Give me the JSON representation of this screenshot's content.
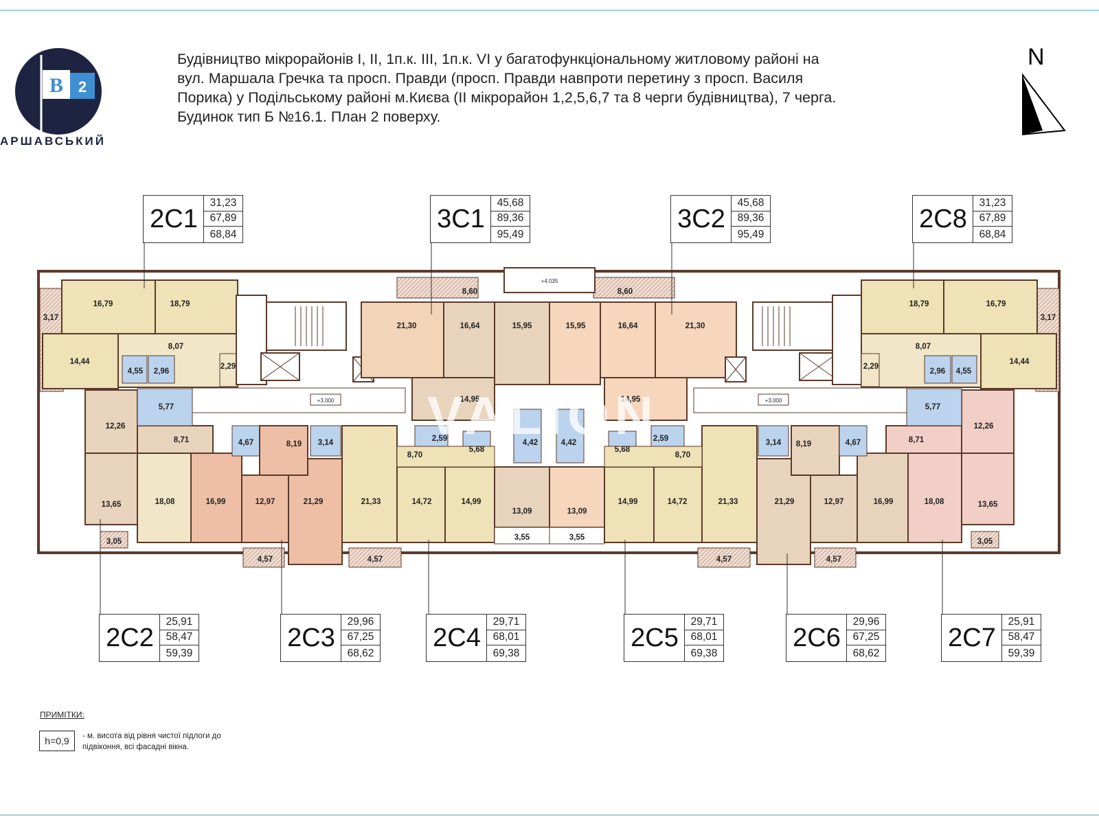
{
  "brand": {
    "logo_letter": "B",
    "logo_number": "2",
    "name": "АРШАВСЬКИЙ"
  },
  "title_lines": [
    "Будівництво мікрорайонів І, ІІ, 1п.к. ІІІ, 1п.к. VІ у багатофункціональному житловому районі на",
    "вул. Маршала Гречка та просп. Правди (просп. Правди навпроти перетину  з просп. Василя",
    "Порика) у Подільському районі м.Києва (ІІ мікрорайон 1,2,5,6,7 та 8 черги будівництва), 7 черга.",
    "Будинок тип Б  №16.1.    План 2 поверху."
  ],
  "north_label": "N",
  "units": [
    {
      "code": "2С1",
      "values": [
        "31,23",
        "67,89",
        "68,84"
      ]
    },
    {
      "code": "3С1",
      "values": [
        "45,68",
        "89,36",
        "95,49"
      ]
    },
    {
      "code": "3С2",
      "values": [
        "45,68",
        "89,36",
        "95,49"
      ]
    },
    {
      "code": "2С8",
      "values": [
        "31,23",
        "67,89",
        "68,84"
      ]
    },
    {
      "code": "2С2",
      "values": [
        "25,91",
        "58,47",
        "59,39"
      ]
    },
    {
      "code": "2С3",
      "values": [
        "29,96",
        "67,25",
        "68,62"
      ]
    },
    {
      "code": "2С4",
      "values": [
        "29,71",
        "68,01",
        "69,38"
      ]
    },
    {
      "code": "2С5",
      "values": [
        "29,71",
        "68,01",
        "69,38"
      ]
    },
    {
      "code": "2С6",
      "values": [
        "29,96",
        "67,25",
        "68,62"
      ]
    },
    {
      "code": "2С7",
      "values": [
        "25,91",
        "58,47",
        "59,39"
      ]
    }
  ],
  "rooms": [
    "16,79",
    "18,79",
    "3,17",
    "14,44",
    "8,07",
    "4,55",
    "2,96",
    "2,29",
    "5,77",
    "12,26",
    "8,71",
    "4,67",
    "8,19",
    "3,14",
    "13,65",
    "18,08",
    "16,99",
    "12,97",
    "21,29",
    "3,05",
    "4,57",
    "8,60",
    "21,30",
    "16,64",
    "15,95",
    "15,95",
    "16,64",
    "21,30",
    "8,60",
    "14,95",
    "14,95",
    "2,59",
    "5,68",
    "4,42",
    "4,42",
    "5,68",
    "2,59",
    "8,70",
    "8,70",
    "21,33",
    "14,72",
    "14,99",
    "13,09",
    "13,09",
    "14,99",
    "14,72",
    "21,33",
    "3,55",
    "3,55",
    "4,57",
    "4,57",
    "21,29",
    "12,97",
    "16,99",
    "18,08",
    "13,65",
    "3,05",
    "4,57",
    "8,19",
    "3,14",
    "4,67",
    "8,71",
    "12,26",
    "5,77",
    "2,29",
    "2,96",
    "4,55",
    "8,07",
    "14,44",
    "18,79",
    "16,79",
    "3,17"
  ],
  "levels": [
    "+4.035",
    "+3.000",
    "+3.000"
  ],
  "notes": {
    "title": "ПРИМІТКИ:",
    "h_label": "h=0,9",
    "text": "- м. висота від рівня чистої підлоги до підвіконня, всі фасадні вікна."
  },
  "watermark": "VALION",
  "colors": {
    "frame": "#9fd3da",
    "wall": "#5a3a2a",
    "yellow": "#eee2b6",
    "peach": "#f6d6bd",
    "salmon": "#eebfa6",
    "rose": "#f2cfc6",
    "tan": "#e8d3bc",
    "cream": "#f2e6c8",
    "bath": "#bcd3ee"
  }
}
